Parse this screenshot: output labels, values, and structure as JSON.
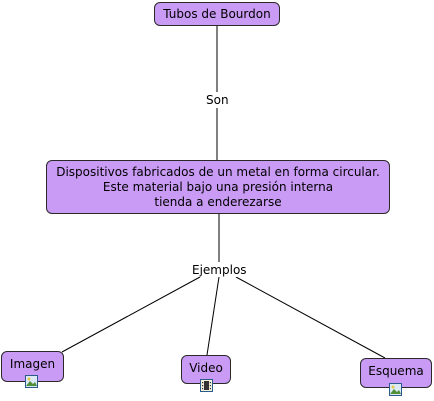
{
  "colors": {
    "node_fill": "#c99bf5",
    "node_border": "#2a2a2a",
    "line": "#000000",
    "icon_border": "#2b5b8a"
  },
  "nodes": {
    "root": {
      "label": "Tubos de Bourdon"
    },
    "definition": {
      "label": "Dispositivos fabricados de un metal en forma circular.\nEste material bajo una presión interna\ntienda a enderezarse"
    },
    "image": {
      "label": "Imagen",
      "icon": "image-resource-icon"
    },
    "video": {
      "label": "Video",
      "icon": "video-resource-icon"
    },
    "diagram": {
      "label": "Esquema",
      "icon": "image-resource-icon"
    }
  },
  "links": {
    "root_to_definition": {
      "label": "Son"
    },
    "definition_to_examples": {
      "label": "Ejemplos"
    }
  }
}
